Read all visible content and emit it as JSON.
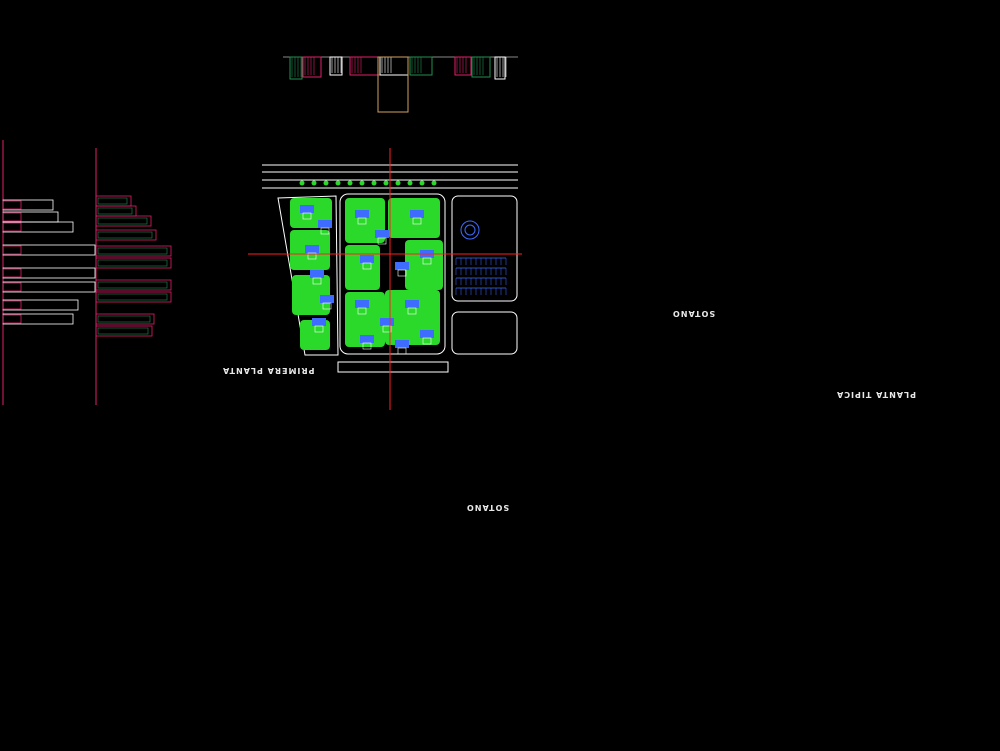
{
  "drawing": {
    "labels": {
      "primera_planta": "PRIMERA PLANTA",
      "planta_tipica": "PLANTA TIPICA",
      "sotano_1": "SOTANO",
      "sotano_2": "SOTANO"
    },
    "colors": {
      "background": "#000000",
      "linework": "#ffffff",
      "green_fill": "#2bd92b",
      "blue_units": "#3d6cff",
      "red_axis": "#ff2020",
      "building_green": "#1f8f4f",
      "building_pink": "#e0206a",
      "ground_line": "#2e8b2e"
    }
  }
}
